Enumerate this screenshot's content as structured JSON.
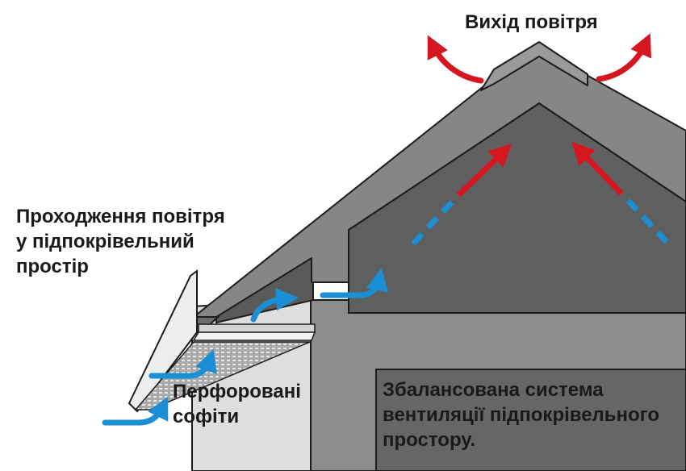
{
  "labels": {
    "air_exit": "Вихід повітря",
    "air_intake": [
      "Проходження повітря",
      "у підпокрівельний",
      "простір"
    ],
    "perforated_soffits": [
      "Перфоровані",
      "софіти"
    ],
    "balanced_system": [
      "Збалансована система",
      "вентиляції підпокрівельного",
      "простору."
    ]
  },
  "colors": {
    "roof": "#868686",
    "attic": "#5f5f5f",
    "wall_light": "#e2e2e2",
    "wall_dark": "#8c8c8c",
    "outline": "#1c1c1c",
    "air_in": "#1b8fd6",
    "air_out": "#d5161f"
  }
}
